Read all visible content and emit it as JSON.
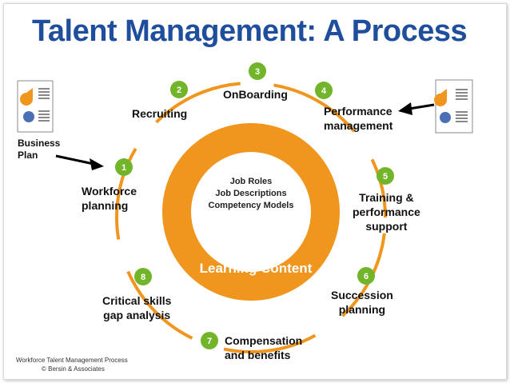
{
  "title": "Talent Management:  A Process",
  "center": {
    "lines": [
      "Job Roles",
      "Job Descriptions",
      "Competency Models"
    ],
    "label": "Learning Content"
  },
  "steps": [
    {
      "num": "1",
      "label": "Workforce\nplanning"
    },
    {
      "num": "2",
      "label": "Recruiting"
    },
    {
      "num": "3",
      "label": "OnBoarding"
    },
    {
      "num": "4",
      "label": "Performance\nmanagement"
    },
    {
      "num": "5",
      "label": "Training &\nperformance\nsupport"
    },
    {
      "num": "6",
      "label": "Succession\nplanning"
    },
    {
      "num": "7",
      "label": "Compensation\nand benefits"
    },
    {
      "num": "8",
      "label": "Critical skills\ngap analysis"
    }
  ],
  "business_plan": "Business\nPlan",
  "footer": [
    "Workforce Talent Management Process",
    "© Bersin & Associates"
  ],
  "colors": {
    "title": "#1f4e9c",
    "orange": "#f0961e",
    "green": "#72b52b"
  }
}
